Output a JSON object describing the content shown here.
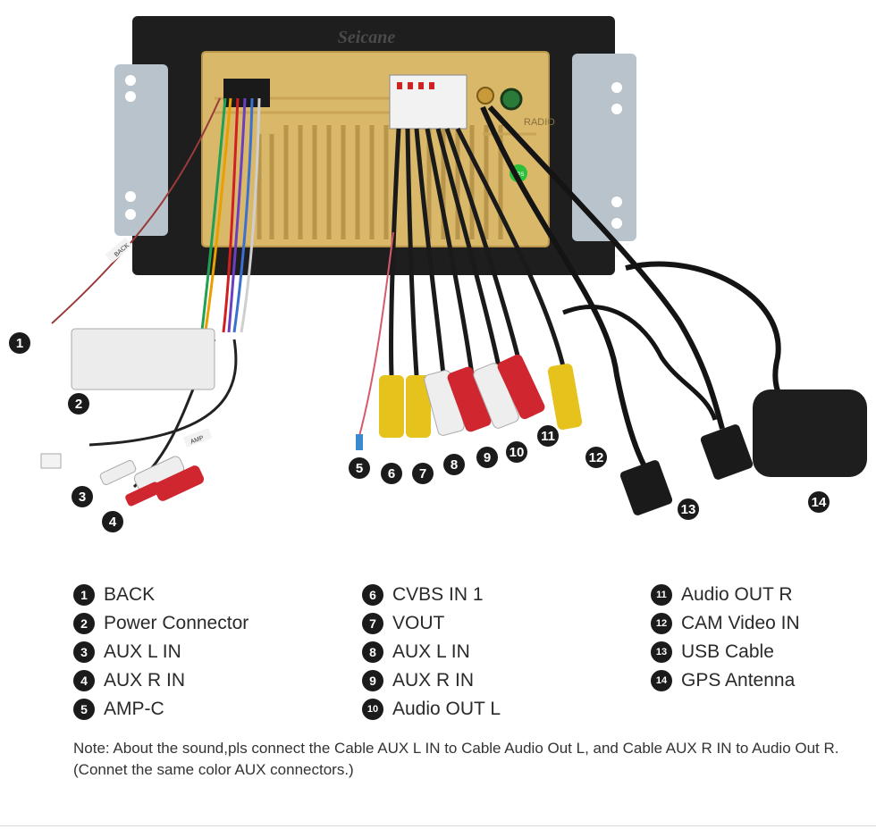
{
  "brand": "Seicane",
  "radio_label": "RADIO",
  "gps_sticker": "GPS",
  "cable_tags": {
    "back": "BACK",
    "power": "AMP"
  },
  "callouts": [
    "1",
    "2",
    "3",
    "4",
    "5",
    "6",
    "7",
    "8",
    "9",
    "10",
    "11",
    "12",
    "13",
    "14"
  ],
  "legend": [
    {
      "num": "1",
      "label": "BACK"
    },
    {
      "num": "2",
      "label": "Power Connector"
    },
    {
      "num": "3",
      "label": "AUX L IN"
    },
    {
      "num": "4",
      "label": "AUX R IN"
    },
    {
      "num": "5",
      "label": "AMP-C"
    },
    {
      "num": "6",
      "label": "CVBS IN 1"
    },
    {
      "num": "7",
      "label": "VOUT"
    },
    {
      "num": "8",
      "label": "AUX L IN"
    },
    {
      "num": "9",
      "label": "AUX R IN"
    },
    {
      "num": "10",
      "label": "Audio OUT L"
    },
    {
      "num": "11",
      "label": "Audio OUT R"
    },
    {
      "num": "12",
      "label": "CAM Video IN"
    },
    {
      "num": "13",
      "label": "USB Cable"
    },
    {
      "num": "14",
      "label": "GPS Antenna"
    }
  ],
  "note": "Note: About the sound,pls connect the Cable AUX L IN to Cable Audio Out L, and Cable AUX R IN to Audio Out R.(Connet the same color AUX connectors.)",
  "colors": {
    "housing": "#d9b86a",
    "frame": "#1e1e1e",
    "bracket": "#b9c3cc",
    "rca_yellow": "#e6c21c",
    "rca_red": "#cf2630",
    "rca_white": "#eeeeee",
    "badge": "#1b1b1b"
  }
}
